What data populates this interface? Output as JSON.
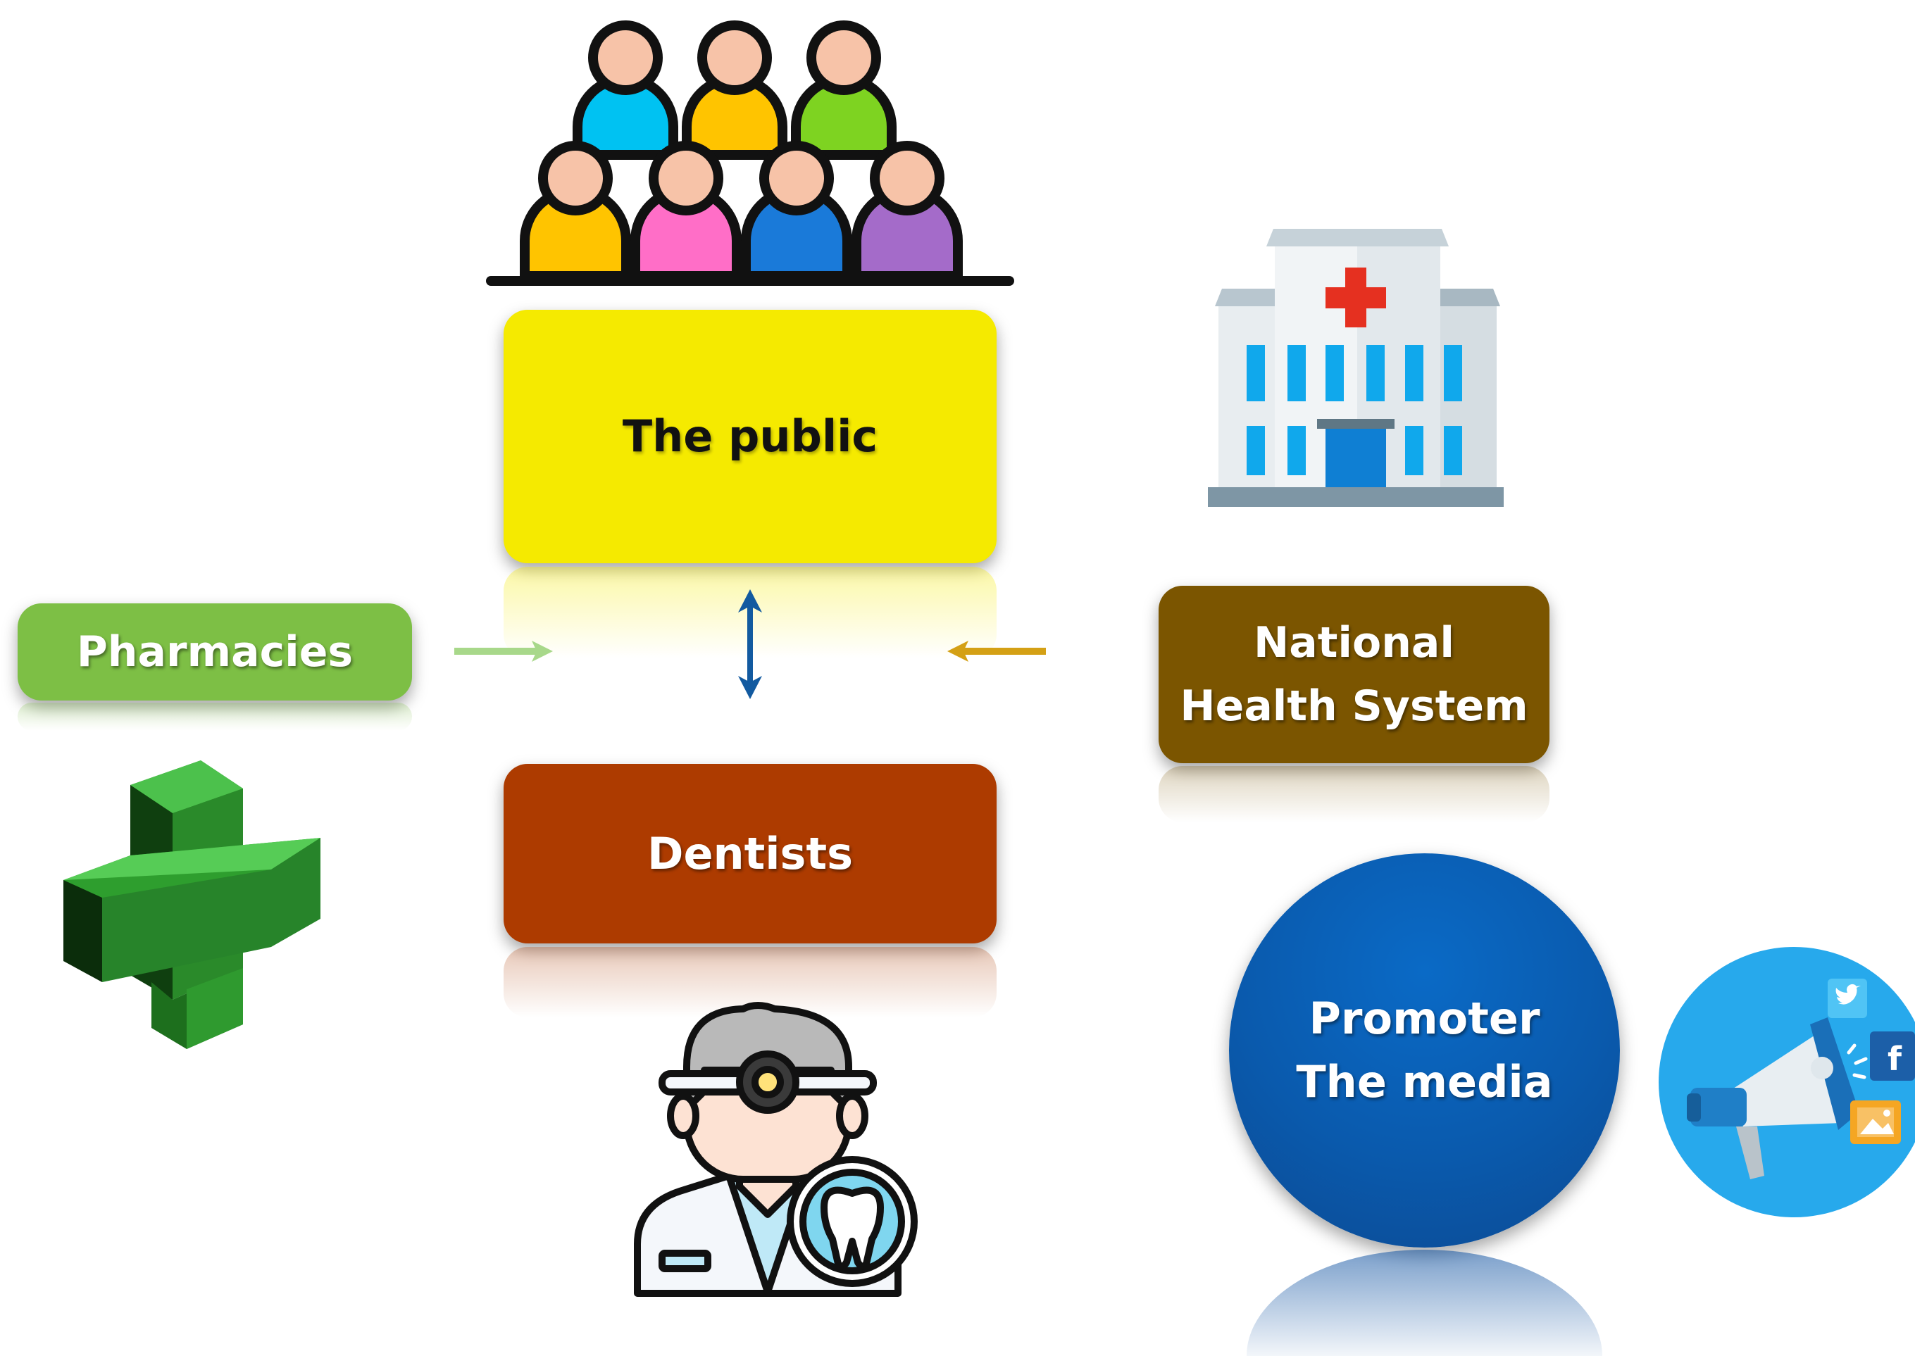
{
  "nodes": {
    "public": {
      "label": "The public"
    },
    "pharmacies": {
      "label": "Pharmacies"
    },
    "nhs": {
      "label": "National Health System"
    },
    "dentists": {
      "label": "Dentists"
    },
    "promoter": {
      "line1": "Promoter",
      "line2": "The media"
    }
  },
  "colors": {
    "public": "#f5ea00",
    "pharmacies": "#7dbf45",
    "nhs": "#7b5500",
    "dentists": "#ad3b00",
    "promoter": "#0b5fb0",
    "arrow_green": "#a8d88a",
    "arrow_gold": "#d4a015",
    "arrow_blue": "#125aa0"
  },
  "icons": {
    "crowd": "people-crowd-icon",
    "hospital": "hospital-building-icon",
    "pharmacy_cross": "pharmacy-cross-icon",
    "dentist": "dentist-icon",
    "megaphone": "social-media-megaphone-icon"
  }
}
